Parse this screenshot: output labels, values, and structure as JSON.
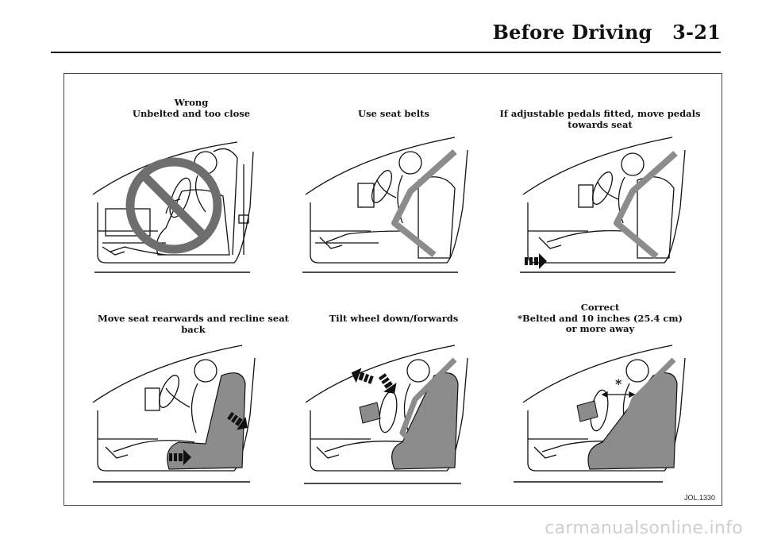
{
  "header": {
    "section": "Before Driving",
    "page": "3-21"
  },
  "panels": [
    {
      "id": "wrong",
      "caption": "Wrong\nUnbelted and too close"
    },
    {
      "id": "seatbelts",
      "caption": "Use seat belts"
    },
    {
      "id": "pedals",
      "caption": "If adjustable pedals fitted, move pedals\ntowards seat"
    },
    {
      "id": "seat-back",
      "caption": "Move seat rearwards and recline seat back"
    },
    {
      "id": "tilt-wheel",
      "caption": "Tilt wheel down/forwards"
    },
    {
      "id": "correct",
      "caption": "Correct\n*Belted and 10 inches (25.4 cm)\nor more away"
    }
  ],
  "figure_code": "JOL.1330",
  "footer": {
    "watermark": "carmanualsonline.info"
  },
  "colors": {
    "seat_gray": "#8c8c8c",
    "prohibit_gray": "#6e6e6e",
    "line": "#111111"
  },
  "icons": [
    "prohibition-icon",
    "arrow-right-icon",
    "arrow-diagonal-icon",
    "asterisk-marker"
  ]
}
